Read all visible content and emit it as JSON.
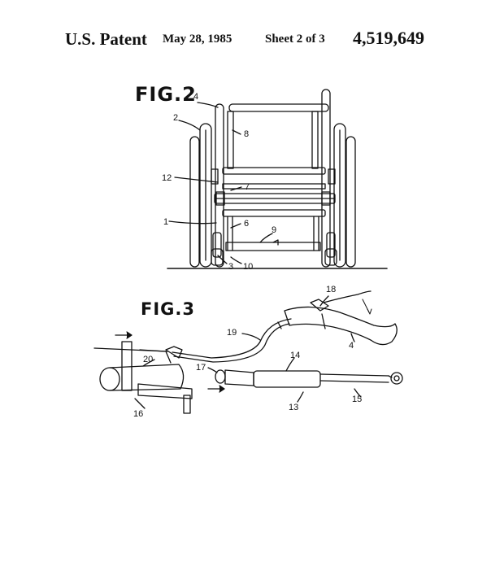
{
  "header": {
    "patent_label": "U.S. Patent",
    "date": "May 28, 1985",
    "sheet": "Sheet 2 of 3",
    "number": "4,519,649"
  },
  "figures": {
    "fig2": {
      "title": "FIG.2",
      "refs": {
        "r1": "1",
        "r2": "2",
        "r3": "3",
        "r4": "4",
        "r6": "6",
        "r7": "7",
        "r8": "8",
        "r9": "9",
        "r10": "10",
        "r12": "12"
      }
    },
    "fig3": {
      "title": "FIG.3",
      "refs": {
        "r4": "4",
        "r13": "13",
        "r14": "14",
        "r15": "15",
        "r16": "16",
        "r17": "17",
        "r18": "18",
        "r19": "19",
        "r20": "20"
      }
    }
  }
}
